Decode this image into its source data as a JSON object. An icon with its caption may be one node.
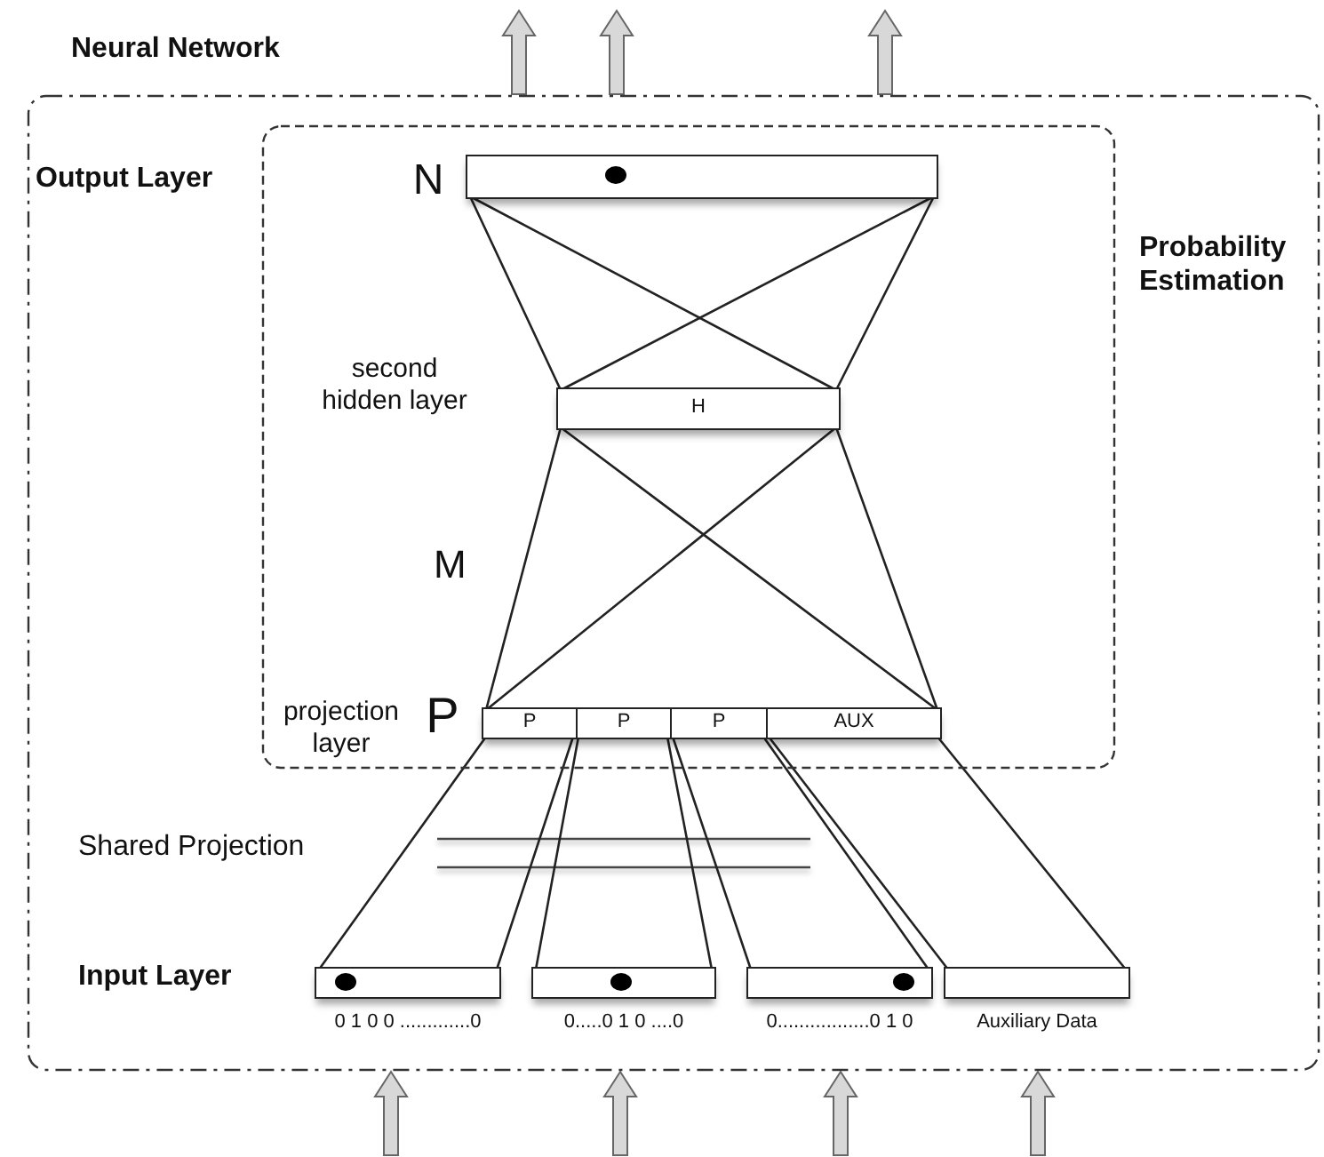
{
  "diagram": {
    "nodes": [
      {
        "text": [
          "Neural Network"
        ]
      },
      {
        "text": [
          "Probability Estimation"
        ],
        "in": 0
      },
      {
        "text": [],
        "shape": "bar",
        "beside": [
          "N"
        ],
        "in": 1
      },
      {
        "text": [
          "H"
        ],
        "beside": [
          "second hidden layer"
        ],
        "in": 1
      },
      {
        "text": [],
        "shape": "bar",
        "beside": [
          "P",
          "projection layer"
        ],
        "in": 1
      },
      {
        "text": [
          "P"
        ],
        "in": 4
      },
      {
        "text": [
          "P"
        ],
        "in": 4
      },
      {
        "text": [
          "P"
        ],
        "in": 4
      },
      {
        "text": [
          "AUX"
        ],
        "in": 4
      },
      {
        "text": [],
        "shape": "bar",
        "beside": [
          "0 1 0 0 .............0"
        ],
        "in": 0
      },
      {
        "text": [],
        "shape": "bar",
        "beside": [
          "0.....0 1 0  ....0"
        ],
        "in": 0
      },
      {
        "text": [],
        "shape": "bar",
        "beside": [
          "0.................0 1 0"
        ],
        "in": 0
      },
      {
        "text": [],
        "shape": "bar",
        "beside": [
          "Auxiliary Data"
        ],
        "in": 0
      }
    ],
    "edges": [
      {
        "from": 2,
        "to": 3,
        "arrow": "none"
      },
      {
        "from": 3,
        "to": 4,
        "arrow": "none"
      },
      {
        "from": 9,
        "to": 5,
        "arrow": "none"
      },
      {
        "from": 10,
        "to": 6,
        "arrow": "none"
      },
      {
        "from": 11,
        "to": 7,
        "arrow": "none"
      },
      {
        "from": 12,
        "to": 8,
        "arrow": "none"
      },
      {
        "from": 0,
        "to": null,
        "arrow": "to",
        "style": "thick"
      },
      {
        "from": 0,
        "to": null,
        "arrow": "to",
        "style": "thick"
      },
      {
        "from": 0,
        "to": null,
        "arrow": "to",
        "style": "thick"
      },
      {
        "from": null,
        "to": 0,
        "arrow": "to",
        "style": "thick"
      },
      {
        "from": null,
        "to": 0,
        "arrow": "to",
        "style": "thick"
      },
      {
        "from": null,
        "to": 0,
        "arrow": "to",
        "style": "thick"
      },
      {
        "from": null,
        "to": 0,
        "arrow": "to",
        "style": "thick"
      }
    ],
    "labels": [
      "Output Layer",
      "M",
      "Shared Projection",
      "Input Layer"
    ]
  }
}
